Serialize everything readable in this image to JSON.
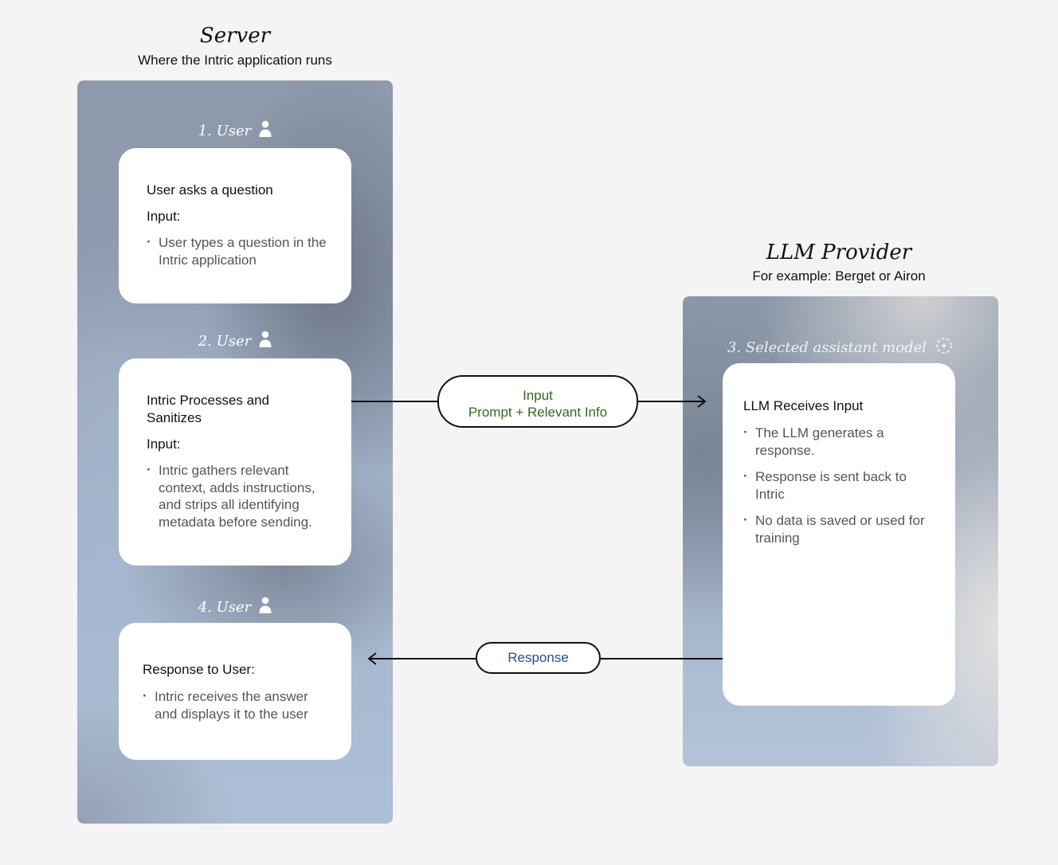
{
  "server": {
    "title": "Server",
    "subtitle": "Where the Intric application runs",
    "steps": [
      {
        "label": "1. User",
        "card_title": "User asks a question",
        "input_label": "Input:",
        "bullets": [
          "User types a question in the Intric application"
        ]
      },
      {
        "label": "2. User",
        "card_title": "Intric Processes and Sanitizes",
        "input_label": "Input:",
        "bullets": [
          "Intric gathers relevant context, adds instructions, and strips all identifying metadata before sending."
        ]
      },
      {
        "label": "4. User",
        "card_title": "Response to User:",
        "bullets": [
          "Intric receives the answer and displays it to the user"
        ]
      }
    ]
  },
  "llm": {
    "title": "LLM Provider",
    "subtitle": "For example: Berget or Airon",
    "step_label": "3. Selected assistant model",
    "card_title": "LLM Receives Input",
    "bullets": [
      "The LLM generates a response.",
      "Response is sent back to Intric",
      "No data is saved or used for training"
    ]
  },
  "connectors": {
    "input_line1": "Input",
    "input_line2": "Prompt + Relevant Info",
    "response": "Response"
  },
  "colors": {
    "input_text": "#2e6b1d",
    "response_text": "#1f4e9c",
    "background": "#f4f4f4"
  },
  "icons": {
    "user": "user-icon",
    "model": "sparkle-model-icon"
  }
}
